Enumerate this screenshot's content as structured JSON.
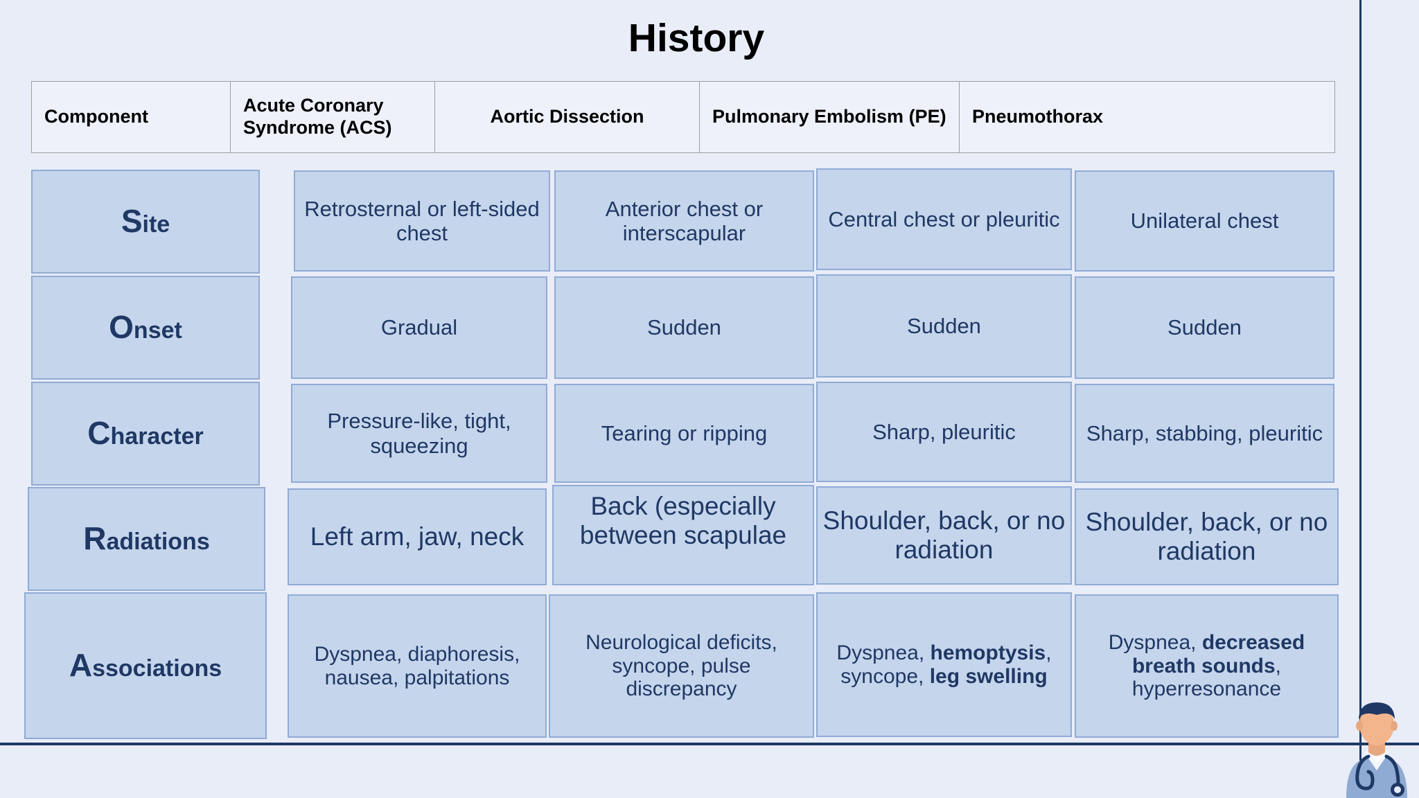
{
  "slide": {
    "title": "History",
    "background_color": "#e9edf8",
    "accent_line_color": "#1f3864",
    "cell_fill_color": "#c5d5ec",
    "cell_border_color": "#90abd4",
    "cell_text_color": "#1f3864"
  },
  "table": {
    "headers": [
      "Component",
      "Acute Coronary Syndrome (ACS)",
      "Aortic Dissection",
      "Pulmonary Embolism (PE)",
      "Pneumothorax"
    ],
    "rows": [
      {
        "component_initial": "S",
        "component_rest": "ite",
        "component": "Site",
        "acs": "Retrosternal or left-sided chest",
        "aortic_dissection": "Anterior chest or interscapular",
        "pe": "Central chest or pleuritic",
        "pneumothorax": "Unilateral chest"
      },
      {
        "component_initial": "O",
        "component_rest": "nset",
        "component": "Onset",
        "acs": "Gradual",
        "aortic_dissection": "Sudden",
        "pe": "Sudden",
        "pneumothorax": "Sudden"
      },
      {
        "component_initial": "C",
        "component_rest": "haracter",
        "component": "Character",
        "acs": "Pressure-like, tight, squeezing",
        "aortic_dissection": "Tearing or ripping",
        "pe": "Sharp, pleuritic",
        "pneumothorax": "Sharp, stabbing, pleuritic"
      },
      {
        "component_initial": "R",
        "component_rest": "adiations",
        "component": "Radiations",
        "acs": "Left arm, jaw, neck",
        "aortic_dissection": "Back (especially between scapulae",
        "pe": "Shoulder, back, or no radiation",
        "pneumothorax": "Shoulder, back, or no radiation"
      },
      {
        "component_initial": "A",
        "component_rest": "ssociations",
        "component": "Associations",
        "acs": "Dyspnea, diaphoresis, nausea, palpitations",
        "aortic_dissection": "Neurological deficits, syncope, pulse discrepancy",
        "pe_html": "Dyspnea, <b>hemoptysis</b>, syncope, <b>leg swelling</b>",
        "pneumothorax_html": "Dyspnea, <b>decreased breath sounds</b>, hyperresonance"
      }
    ]
  },
  "decoration": {
    "avatar_label": "doctor-avatar"
  }
}
